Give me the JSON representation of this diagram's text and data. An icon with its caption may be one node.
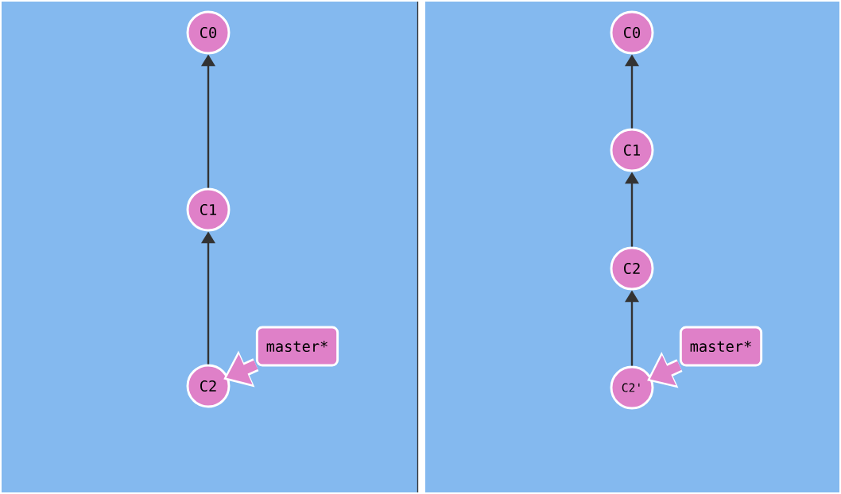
{
  "diagram": {
    "nodes": [
      {
        "text": [
          "C0"
        ]
      },
      {
        "text": [
          "C1"
        ]
      },
      {
        "text": [
          "C2"
        ]
      },
      {
        "text": [
          "master*"
        ]
      },
      {
        "text": [
          "C0"
        ]
      },
      {
        "text": [
          "C1"
        ]
      },
      {
        "text": [
          "C2"
        ]
      },
      {
        "text": [
          "C2'"
        ]
      },
      {
        "text": [
          "master*"
        ]
      }
    ],
    "edges": [
      {
        "from": 1,
        "to": 0,
        "arrow": "to"
      },
      {
        "from": 2,
        "to": 1,
        "arrow": "to"
      },
      {
        "from": 3,
        "to": 2,
        "arrow": "to",
        "style": "thick",
        "color": "#df80c8"
      },
      {
        "from": 5,
        "to": 4,
        "arrow": "to"
      },
      {
        "from": 6,
        "to": 5,
        "arrow": "to"
      },
      {
        "from": 7,
        "to": 6,
        "arrow": "to"
      },
      {
        "from": 8,
        "to": 7,
        "arrow": "to",
        "style": "thick",
        "color": "#df80c8"
      }
    ]
  }
}
